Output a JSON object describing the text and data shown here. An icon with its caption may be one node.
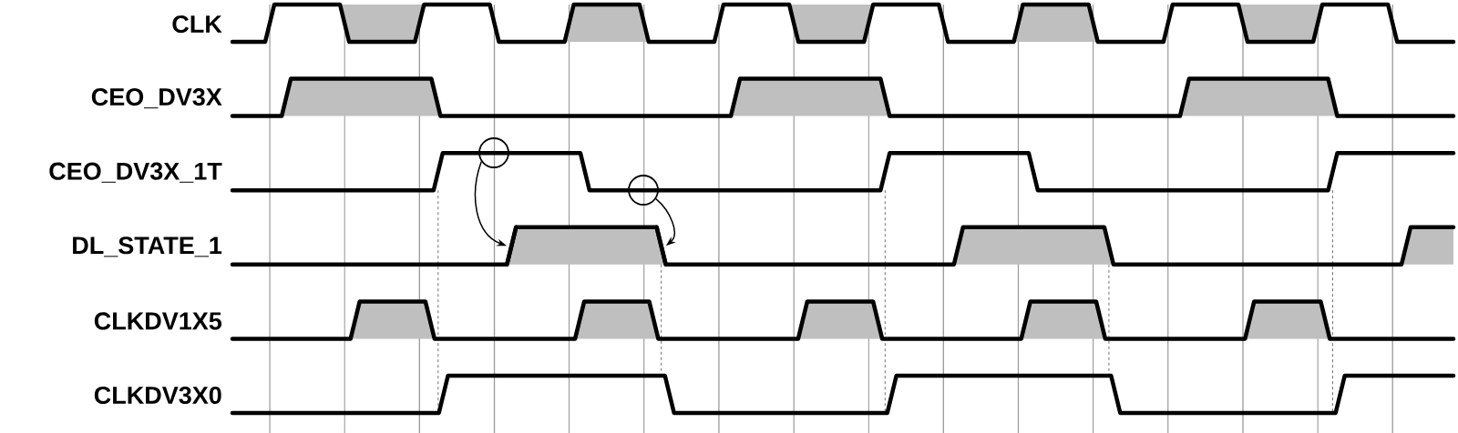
{
  "diagram": {
    "nodes": [
      {
        "text": [],
        "shape": "circle"
      },
      {
        "text": [],
        "shape": "circle"
      },
      {
        "text": [],
        "shape": "line"
      },
      {
        "text": [],
        "shape": "line"
      }
    ],
    "edges": [
      {
        "from": 0,
        "to": 2,
        "arrow": "to"
      },
      {
        "from": 1,
        "to": 3,
        "arrow": "to"
      }
    ],
    "labels": [
      "CLK",
      "CEO_DV3X",
      "CEO_DV3X_1T",
      "DL_STATE_1",
      "CLKDV1X5",
      "CLKDV3X0"
    ]
  }
}
